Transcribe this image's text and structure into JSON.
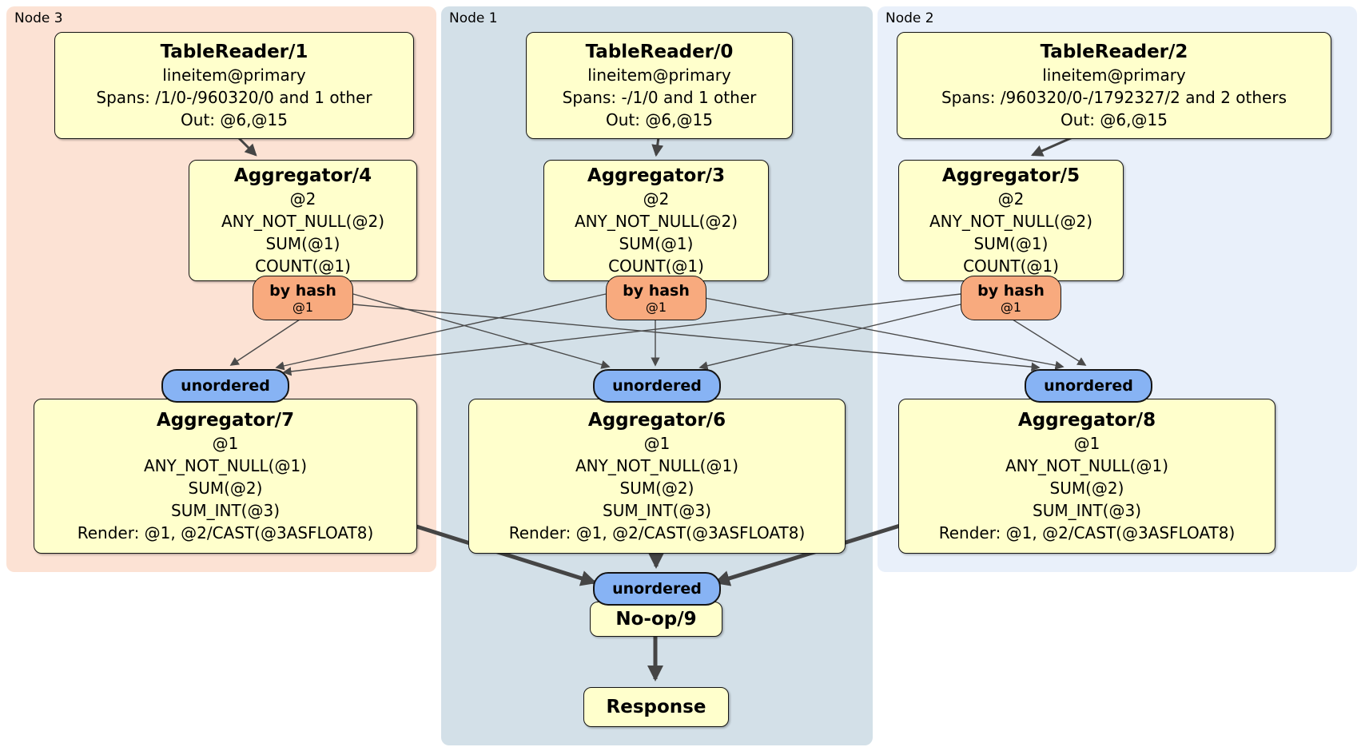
{
  "diagram": {
    "kind": "distributed-sql-plan",
    "colors": {
      "node3_bg": "#fce2d4",
      "node1_bg": "#d3e0e8",
      "node2_bg": "#e9f0fa",
      "processor_box_fill": "#ffffcc",
      "router_pill_fill": "#f8aa7e",
      "sync_pill_fill": "#87b3f4",
      "edge_color": "#454545"
    }
  },
  "nodes": [
    {
      "label": "Node 3",
      "table_reader": {
        "title": "TableReader/1",
        "lines": [
          "lineitem@primary",
          "Spans: /1/0-/960320/0 and 1 other",
          "Out: @6,@15"
        ]
      },
      "pre_aggregator": {
        "title": "Aggregator/4",
        "lines": [
          "@2",
          "ANY_NOT_NULL(@2)",
          "SUM(@1)",
          "COUNT(@1)"
        ]
      },
      "router": {
        "label": "by hash",
        "key": "@1"
      },
      "sync": {
        "label": "unordered"
      },
      "final_aggregator": {
        "title": "Aggregator/7",
        "lines": [
          "@1",
          "ANY_NOT_NULL(@1)",
          "SUM(@2)",
          "SUM_INT(@3)",
          "Render: @1, @2/CAST(@3ASFLOAT8)"
        ]
      }
    },
    {
      "label": "Node 1",
      "table_reader": {
        "title": "TableReader/0",
        "lines": [
          "lineitem@primary",
          "Spans: -/1/0 and 1 other",
          "Out: @6,@15"
        ]
      },
      "pre_aggregator": {
        "title": "Aggregator/3",
        "lines": [
          "@2",
          "ANY_NOT_NULL(@2)",
          "SUM(@1)",
          "COUNT(@1)"
        ]
      },
      "router": {
        "label": "by hash",
        "key": "@1"
      },
      "sync": {
        "label": "unordered"
      },
      "final_aggregator": {
        "title": "Aggregator/6",
        "lines": [
          "@1",
          "ANY_NOT_NULL(@1)",
          "SUM(@2)",
          "SUM_INT(@3)",
          "Render: @1, @2/CAST(@3ASFLOAT8)"
        ]
      }
    },
    {
      "label": "Node 2",
      "table_reader": {
        "title": "TableReader/2",
        "lines": [
          "lineitem@primary",
          "Spans: /960320/0-/1792327/2 and 2 others",
          "Out: @6,@15"
        ]
      },
      "pre_aggregator": {
        "title": "Aggregator/5",
        "lines": [
          "@2",
          "ANY_NOT_NULL(@2)",
          "SUM(@1)",
          "COUNT(@1)"
        ]
      },
      "router": {
        "label": "by hash",
        "key": "@1"
      },
      "sync": {
        "label": "unordered"
      },
      "final_aggregator": {
        "title": "Aggregator/8",
        "lines": [
          "@1",
          "ANY_NOT_NULL(@1)",
          "SUM(@2)",
          "SUM_INT(@3)",
          "Render: @1, @2/CAST(@3ASFLOAT8)"
        ]
      }
    }
  ],
  "final": {
    "sync_label": "unordered",
    "noop_title": "No-op/9",
    "response_title": "Response"
  }
}
